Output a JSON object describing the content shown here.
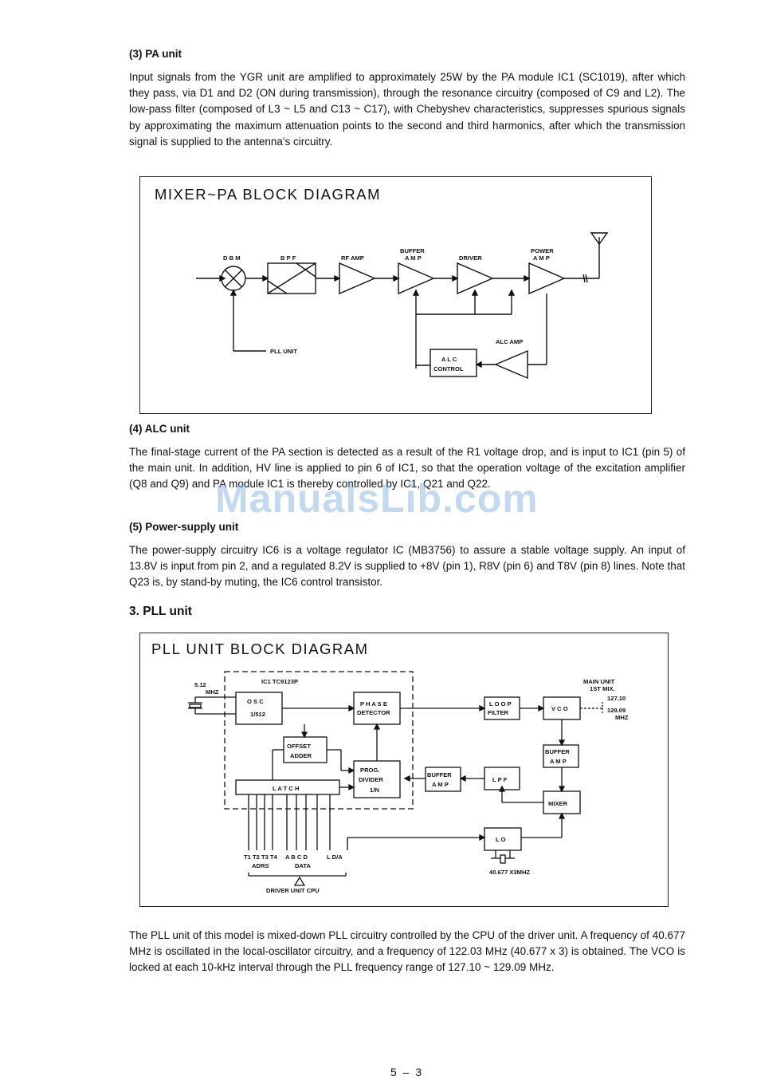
{
  "pa_section": {
    "heading": "(3) PA unit",
    "body": "Input signals from the YGR unit are amplified to approximately 25W by the PA module IC1 (SC1019), after which they pass, via D1 and D2 (ON during transmission), through the resonance circuitry (composed of C9 and L2). The low-pass filter (composed of L3 ~ L5 and C13 ~ C17), with Chebyshev characteristics, suppresses spurious signals by approximating the maximum attenuation points to the second and third harmonics, after which the transmission signal is supplied to the antenna's circuitry."
  },
  "mixer_pa_diagram": {
    "title": "MIXER~PA BLOCK DIAGRAM",
    "labels": {
      "dbm": "D B M",
      "bpf": "B P F",
      "rf_amp": "RF AMP",
      "buffer_amp_1": "BUFFER",
      "buffer_amp_2": "A M P",
      "driver": "DRIVER",
      "power_amp_1": "POWER",
      "power_amp_2": "A M P",
      "pll_unit": "PLL UNIT",
      "alc_amp": "ALC AMP",
      "alc_control_1": "A L C",
      "alc_control_2": "CONTROL"
    }
  },
  "alc_section": {
    "heading": "(4) ALC unit",
    "body": "The final-stage current of the PA section is detected as a result of the R1 voltage drop, and is input to IC1 (pin 5) of the main unit. In addition, HV line is applied to pin 6 of IC1, so that the operation voltage of the excitation amplifier (Q8 and Q9) and PA module IC1 is thereby controlled by IC1, Q21 and Q22."
  },
  "power_section": {
    "heading": "(5) Power-supply unit",
    "body": "The power-supply circuitry IC6 is a voltage regulator IC (MB3756) to assure a stable voltage supply. An input of 13.8V is input from pin 2, and a regulated 8.2V is supplied to +8V (pin 1), R8V (pin 6) and T8V (pin 8) lines. Note that Q23 is, by stand-by muting, the IC6 control transistor."
  },
  "pll_heading": "3. PLL unit",
  "pll_diagram": {
    "title": "PLL UNIT BLOCK DIAGRAM",
    "labels": {
      "ic1": "IC1 TC9123P",
      "xtal_freq_1": "5.12",
      "xtal_freq_2": "MHZ",
      "osc_1": "O S C",
      "osc_2": "1/512",
      "phase_1": "P H A S E",
      "phase_2": "DETECTOR",
      "loop_1": "L O O P",
      "loop_2": "FILTER",
      "vco": "V C O",
      "main_unit_1": "MAIN UNIT",
      "main_unit_2": "1ST MIX.",
      "freq_hi": "127.10",
      "freq_lo": "129.09",
      "freq_unit": "MHZ",
      "offset_1": "OFFSET",
      "offset_2": "ADDER",
      "prog_1": "PROG.",
      "prog_2": "DIVIDER",
      "prog_3": "1/N",
      "buffer_amp_1": "BUFFER",
      "buffer_amp_2": "A M P",
      "lpf": "L P F",
      "vco_buffer_1": "BUFFER",
      "vco_buffer_2": "A M P",
      "mixer": "MIXER",
      "latch": "L A T C H",
      "lo": "L O",
      "lo_xtal": "40.677 X3MHZ",
      "t_lines": "T1 T2 T3 T4",
      "data_lines": "A B C D",
      "ld_lines": "L D/A",
      "adrs": "ADRS",
      "data": "DATA",
      "driver_cpu": "DRIVER UNIT CPU"
    }
  },
  "pll_body": "The PLL unit of this model is mixed-down PLL circuitry controlled by the CPU of the driver unit. A frequency of 40.677 MHz is oscillated in the local-oscillator circuitry, and a frequency of 122.03 MHz (40.677 x 3) is obtained. The VCO is locked at each 10-kHz interval through the PLL frequency range of 127.10 ~ 129.09 MHz.",
  "watermark": "ManualsLib.com",
  "page_number": "5 – 3"
}
